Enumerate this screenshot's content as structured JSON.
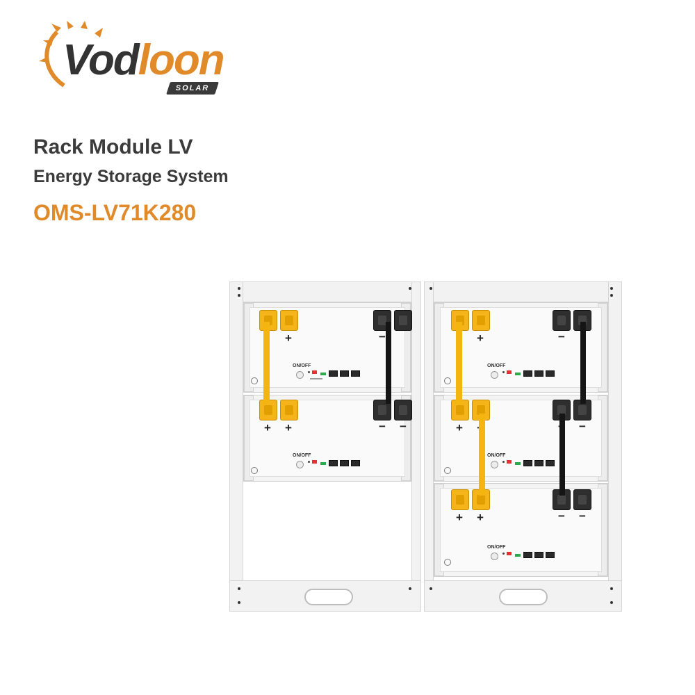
{
  "brand": {
    "name_part1": "Vod",
    "name_part2": "loon",
    "tagline": "SOLAR",
    "accent_color": "#e08a2a",
    "dark_color": "#333333"
  },
  "heading": {
    "title": "Rack Module LV",
    "subtitle": "Energy Storage System",
    "model": "OMS-LV71K280"
  },
  "product": {
    "module_switch_label": "ON/OFF",
    "positive_symbol": "+",
    "negative_symbol": "−",
    "left_column_modules": 2,
    "right_column_modules": 3,
    "positive_cable_color": "#f5b50f",
    "negative_cable_color": "#151515"
  }
}
